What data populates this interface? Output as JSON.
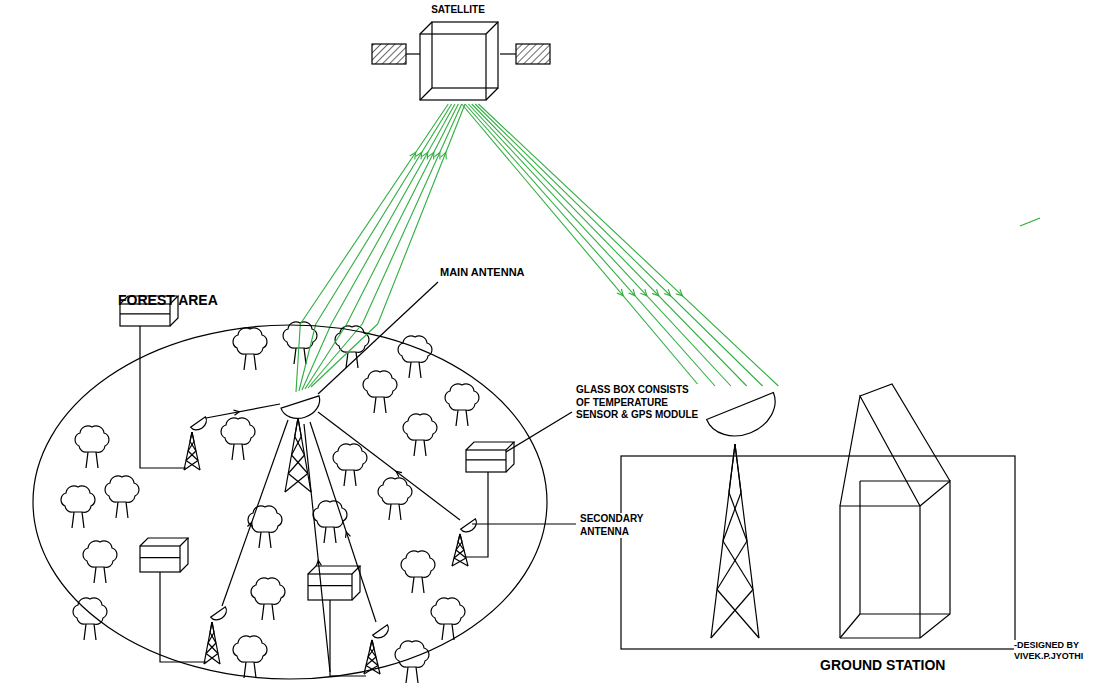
{
  "diagram": {
    "nodes": [
      {
        "text": [
          "SATELLITE"
        ]
      },
      {
        "text": [
          "FOREST AREA"
        ]
      },
      {
        "text": [
          "GROUND STATION"
        ]
      }
    ],
    "edges": [
      {
        "from": 1,
        "to": 0,
        "arrow": "to"
      },
      {
        "from": 0,
        "to": 2,
        "arrow": "to"
      }
    ],
    "labels": [
      "MAIN ANTENNA",
      "GLASS BOX CONSISTS OF TEMPERATURE SENSOR & GPS MODULE",
      "SECONDARY ANTENNA",
      "-DESIGNED BY VIVEK.P.JYOTHI"
    ]
  }
}
